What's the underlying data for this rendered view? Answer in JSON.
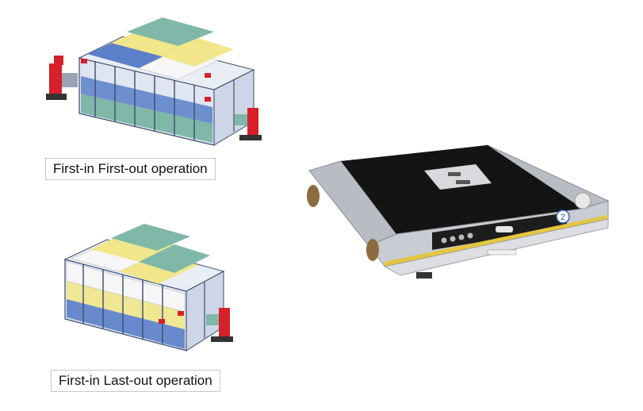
{
  "captions": {
    "fifo": "First-in First-out operation",
    "filo": "First-in Last-out operation"
  },
  "shuttle": {
    "badge_number": "2"
  },
  "colors": {
    "pallet_yellow": "#f1e78a",
    "pallet_teal": "#7fb8a8",
    "pallet_blue": "#5b7fc8",
    "pallet_white": "#f6f6f6",
    "rack_frame": "#3d4a70",
    "forklift_red": "#d6202a",
    "shuttle_top": "#141414",
    "shuttle_body": "#c9ccd2",
    "shuttle_stripe": "#e4c640",
    "shuttle_rail": "#b8bcc3"
  },
  "icons": [
    "forklift-icon",
    "shuttle-icon",
    "rack-icon"
  ]
}
